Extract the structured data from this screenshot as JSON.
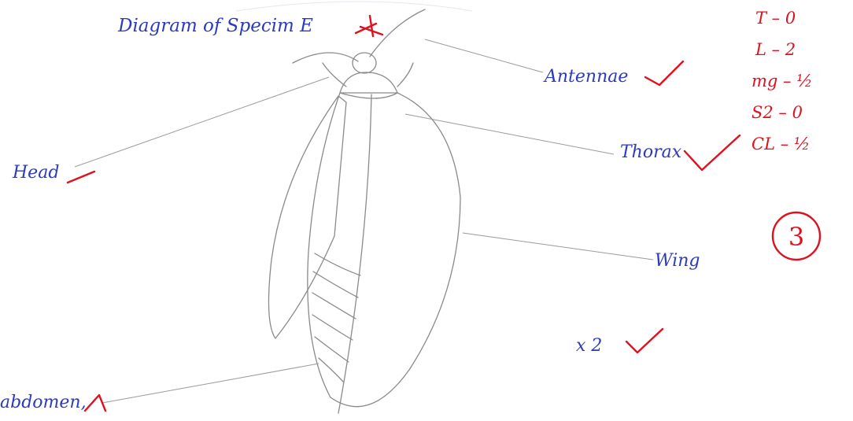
{
  "title": "Diagram of Specim E",
  "labels": {
    "antennae": "Antennae",
    "thorax": "Thorax",
    "head": "Head",
    "wing": "Wing",
    "abdomen": "abdomen,",
    "magnification": "x 2"
  },
  "marking": {
    "scores": [
      "T – 0",
      "L – 2",
      "mg – ½",
      "S2 – 0",
      "CL – ½"
    ],
    "total": "3"
  },
  "colors": {
    "ink": "#2b3bbd",
    "correction": "#e0101e",
    "pencil": "#8a8a8a"
  }
}
